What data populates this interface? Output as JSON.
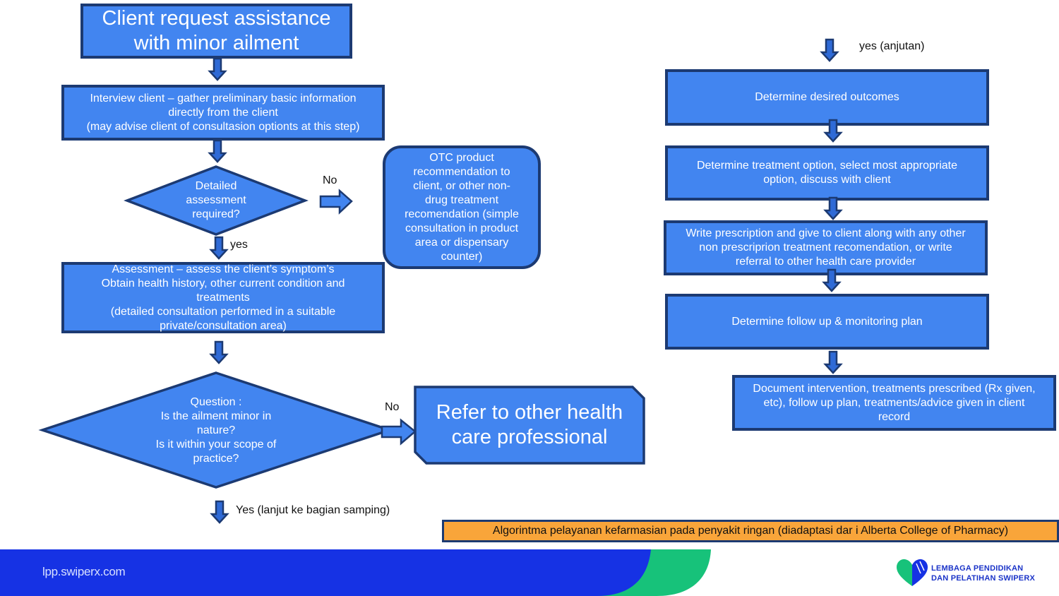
{
  "flowchart": {
    "start": "Client request assistance\nwith minor ailment",
    "interview": "Interview client – gather preliminary basic information\ndirectly from the client\n(may advise client of consultasion optionts at this step)",
    "decision1": "Detailed\nassessment\nrequired?",
    "decision1_no_label": "No",
    "decision1_yes_label": "yes",
    "otc": "OTC product\nrecommendation to\nclient, or other non-\ndrug treatment\nrecomendation (simple\nconsultation in product\narea or dispensary\ncounter)",
    "assessment": "Assessment – assess the client’s symptom’s\nObtain health history, other current condition and\ntreatments\n(detailed consultation performed in a suitable\nprivate/consultation area)",
    "decision2": "Question :\nIs the ailment minor in\nnature?\nIs it within your scope of\npractice?",
    "decision2_no_label": "No",
    "decision2_yes_label": "Yes  (lanjut ke bagian samping)",
    "refer": "Refer to other health\ncare professional",
    "continuation_label": "yes (anjutan)",
    "outcomes": "Determine desired outcomes",
    "treatment": "Determine treatment  option, select most appropriate\noption, discuss with client",
    "prescription": "Write prescription and give to client along with any other\nnon prescriprion treatment recomendation, or write\nreferral to other health care provider",
    "followup": "Determine follow up & monitoring plan",
    "document": "Document intervention, treatments prescribed (Rx given,\netc), follow up plan, treatments/advice given in client\nrecord"
  },
  "caption": "Algorintma pelayanan kefarmasian pada penyakit ringan (diadaptasi dar i Alberta College of Pharmacy)",
  "footer": {
    "url": "lpp.swiperx.com",
    "logo_line1": "LEMBAGA PENDIDIKAN",
    "logo_line2": "DAN PELATIHAN SWIPERX"
  },
  "colors": {
    "box_fill": "#4285f0",
    "box_border": "#1c3a72",
    "caption_fill": "#f9a53a",
    "footer_blue": "#1632e4",
    "footer_green": "#17c27a"
  }
}
